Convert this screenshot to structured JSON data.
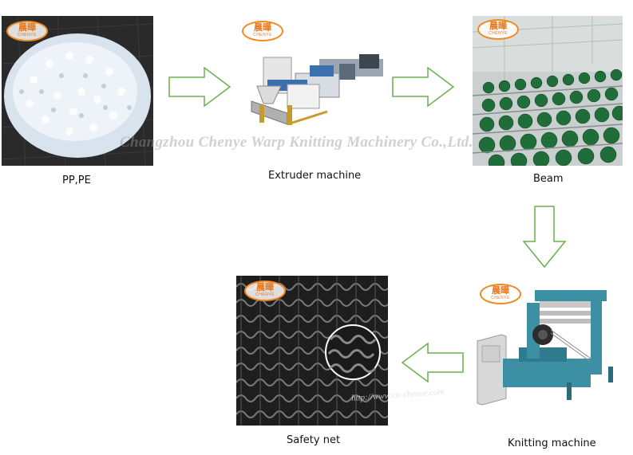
{
  "steps": [
    {
      "id": "pp-pe",
      "label": "PP,PE"
    },
    {
      "id": "extruder",
      "label": "Extruder machine"
    },
    {
      "id": "beam",
      "label": "Beam"
    },
    {
      "id": "knitting",
      "label": "Knitting machine"
    },
    {
      "id": "safety-net",
      "label": "Safety net"
    }
  ],
  "logo": {
    "chinese": "晨曄",
    "latin": "CHENYE"
  },
  "watermark": "Changzhou Chenye Warp Knitting Machinery Co.,Ltd.",
  "url_watermark": "http://www.cn-chenye.com",
  "colors": {
    "arrow_stroke": "#6ab04c",
    "logo_orange": "#f08a1c"
  }
}
